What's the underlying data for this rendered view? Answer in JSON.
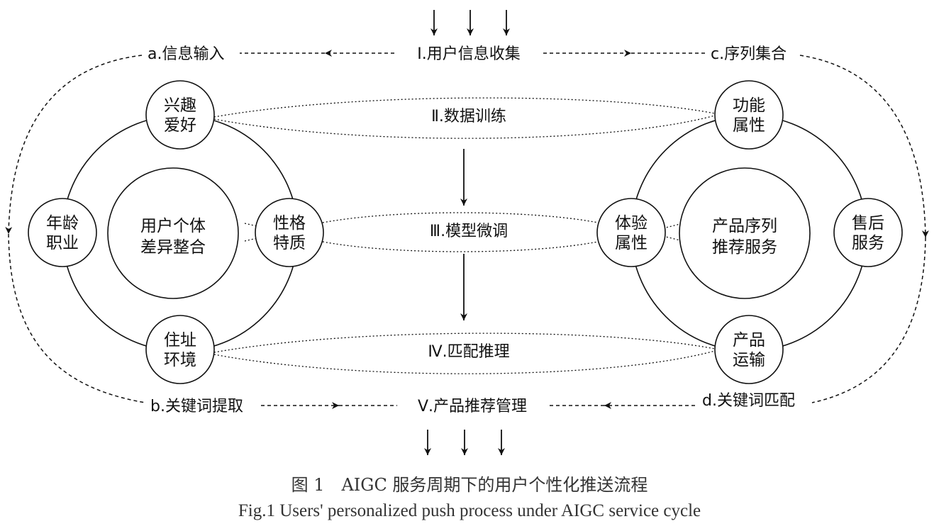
{
  "stages": {
    "s1": "Ⅰ.用户信息收集",
    "s2": "Ⅱ.数据训练",
    "s3": "Ⅲ.模型微调",
    "s4": "Ⅳ.匹配推理",
    "s5": "Ⅴ.产品推荐管理"
  },
  "side_labels": {
    "a": "a.信息输入",
    "b": "b.关键词提取",
    "c": "c.序列集合",
    "d": "d.关键词匹配"
  },
  "left_cluster": {
    "center": [
      "用户个体",
      "差异整合"
    ],
    "nodes": {
      "top": [
        "兴趣",
        "爱好"
      ],
      "left": [
        "年龄",
        "职业"
      ],
      "right": [
        "性格",
        "特质"
      ],
      "bottom": [
        "住址",
        "环境"
      ]
    }
  },
  "right_cluster": {
    "center": [
      "产品序列",
      "推荐服务"
    ],
    "nodes": {
      "top": [
        "功能",
        "属性"
      ],
      "left": [
        "体验",
        "属性"
      ],
      "right": [
        "售后",
        "服务"
      ],
      "bottom": [
        "产品",
        "运输"
      ]
    }
  },
  "caption": {
    "zh": "图 1　AIGC 服务周期下的用户个性化推送流程",
    "en": "Fig.1 Users' personalized push process under AIGC service cycle"
  }
}
